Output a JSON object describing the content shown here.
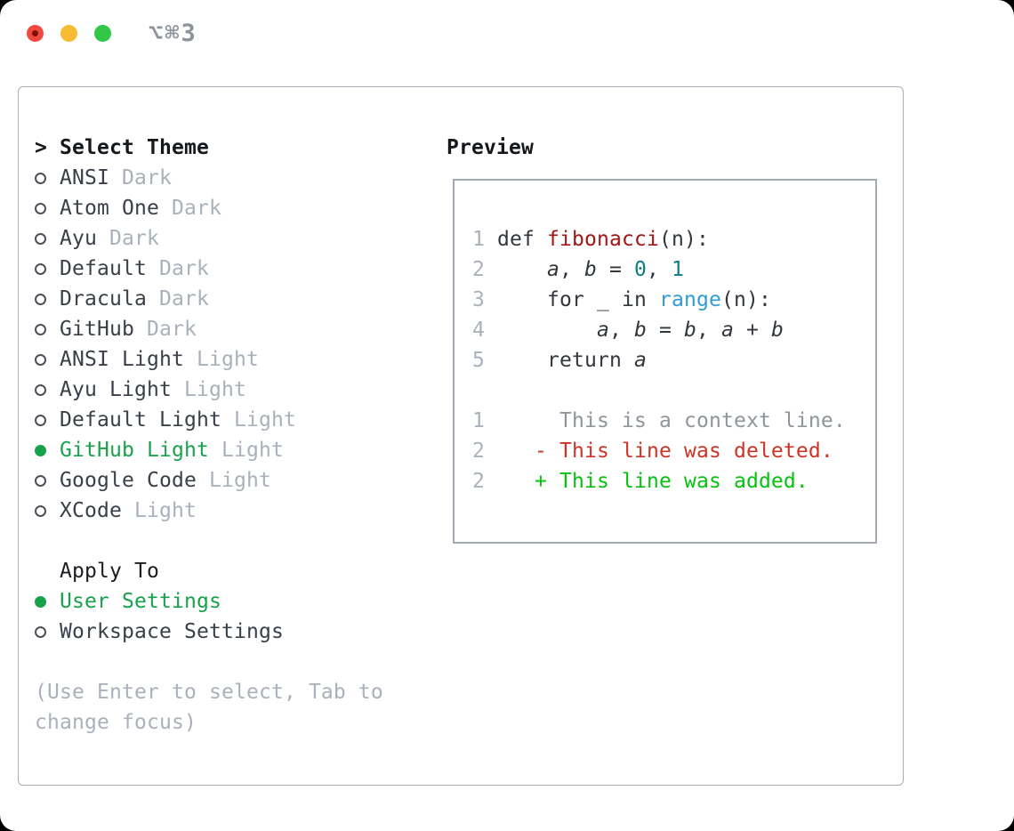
{
  "window": {
    "title": "⌥⌘3"
  },
  "colors": {
    "accent_green": "#18a24b",
    "diff_added_green": "#06c10e",
    "diff_deleted_red": "#cd3425",
    "context_gray": "#8f959c",
    "muted_gray": "#a9b1bc",
    "syntax_function_red": "#a31515",
    "syntax_number_teal": "#0c7d82",
    "syntax_call_blue": "#2f9cd8",
    "traffic_red": "#f04a40",
    "traffic_yellow": "#f7bc34",
    "traffic_green": "#33c748"
  },
  "theme_panel": {
    "header_prefix": "> ",
    "header_label": "Select Theme",
    "items": [
      {
        "name": "ANSI",
        "variant": " Dark",
        "selected": false
      },
      {
        "name": "Atom One",
        "variant": " Dark",
        "selected": false
      },
      {
        "name": "Ayu",
        "variant": " Dark",
        "selected": false
      },
      {
        "name": "Default",
        "variant": " Dark",
        "selected": false
      },
      {
        "name": "Dracula",
        "variant": " Dark",
        "selected": false
      },
      {
        "name": "GitHub",
        "variant": " Dark",
        "selected": false
      },
      {
        "name": "ANSI Light",
        "variant": " Light",
        "selected": false
      },
      {
        "name": "Ayu Light",
        "variant": " Light",
        "selected": false
      },
      {
        "name": "Default Light",
        "variant": " Light",
        "selected": false
      },
      {
        "name": "GitHub Light",
        "variant": " Light",
        "selected": true
      },
      {
        "name": "Google Code",
        "variant": " Light",
        "selected": false
      },
      {
        "name": "XCode",
        "variant": " Light",
        "selected": false
      }
    ],
    "apply_to_label": "Apply To",
    "apply_options": [
      {
        "name": "User Settings",
        "selected": true
      },
      {
        "name": "Workspace Settings",
        "selected": false
      }
    ],
    "hint_line1": "(Use Enter to select, Tab to",
    "hint_line2": "change focus)"
  },
  "preview_panel": {
    "header": "Preview",
    "lines": [
      [
        {
          "t": "1",
          "c": "ln"
        },
        {
          "t": " def ",
          "c": "pl"
        },
        {
          "t": "fibonacci",
          "c": "fn"
        },
        {
          "t": "(n):",
          "c": "pl"
        }
      ],
      [
        {
          "t": "2",
          "c": "ln"
        },
        {
          "t": "     ",
          "c": "pl"
        },
        {
          "t": "a",
          "c": "it"
        },
        {
          "t": ", ",
          "c": "pl"
        },
        {
          "t": "b",
          "c": "it"
        },
        {
          "t": " = ",
          "c": "pl"
        },
        {
          "t": "0",
          "c": "nm"
        },
        {
          "t": ", ",
          "c": "pl"
        },
        {
          "t": "1",
          "c": "nm"
        }
      ],
      [
        {
          "t": "3",
          "c": "ln"
        },
        {
          "t": "     for _ in ",
          "c": "pl"
        },
        {
          "t": "range",
          "c": "ca"
        },
        {
          "t": "(n):",
          "c": "pl"
        }
      ],
      [
        {
          "t": "4",
          "c": "ln"
        },
        {
          "t": "         ",
          "c": "pl"
        },
        {
          "t": "a",
          "c": "it"
        },
        {
          "t": ", ",
          "c": "pl"
        },
        {
          "t": "b",
          "c": "it"
        },
        {
          "t": " = ",
          "c": "pl"
        },
        {
          "t": "b",
          "c": "it"
        },
        {
          "t": ", ",
          "c": "pl"
        },
        {
          "t": "a",
          "c": "it"
        },
        {
          "t": " + ",
          "c": "pl"
        },
        {
          "t": "b",
          "c": "it"
        }
      ],
      [
        {
          "t": "5",
          "c": "ln"
        },
        {
          "t": "     return ",
          "c": "pl"
        },
        {
          "t": "a",
          "c": "it"
        }
      ],
      [],
      [
        {
          "t": "1",
          "c": "ln"
        },
        {
          "t": "      This is a context line.",
          "c": "cx"
        }
      ],
      [
        {
          "t": "2",
          "c": "ln"
        },
        {
          "t": "    - This line was deleted.",
          "c": "de"
        }
      ],
      [
        {
          "t": "2",
          "c": "ln"
        },
        {
          "t": "    + This line was added.",
          "c": "ad"
        }
      ]
    ]
  }
}
